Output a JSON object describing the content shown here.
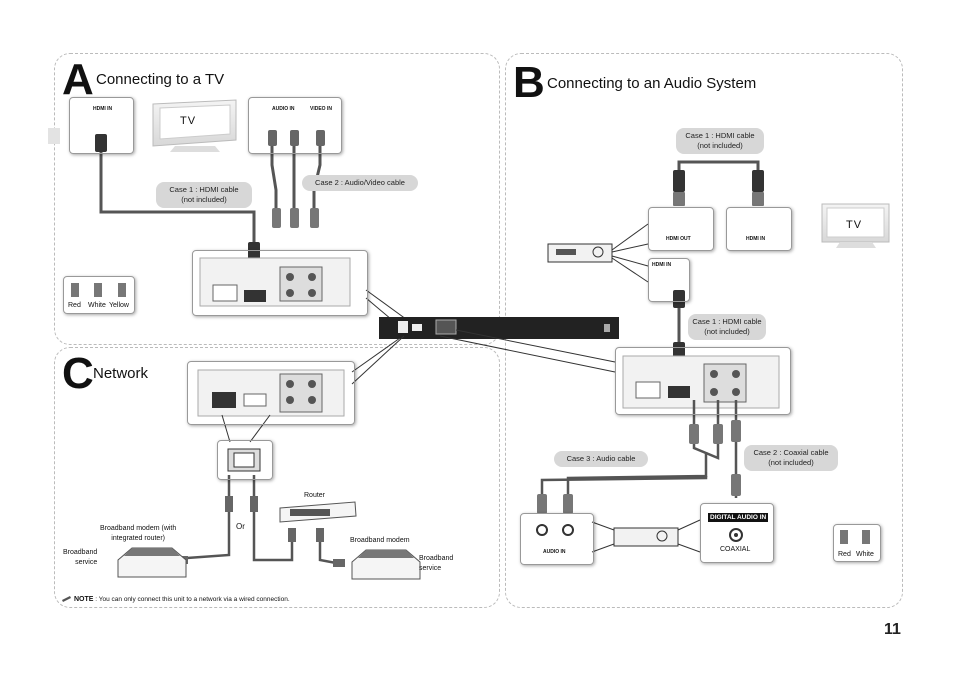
{
  "sections": {
    "a": {
      "letter": "A",
      "title": "Connecting to a TV"
    },
    "b": {
      "letter": "B",
      "title": "Connecting to an Audio System"
    },
    "c": {
      "letter": "C",
      "title": "Network"
    }
  },
  "a": {
    "hdmi_in": "HDMI IN",
    "tv": "TV",
    "audio_in": "AUDIO IN",
    "video_in": "VIDEO IN",
    "case1_line1": "Case 1 : HDMI cable",
    "case1_line2": "(not included)",
    "case2": "Case 2 : Audio/Video cable",
    "legend": {
      "red": "Red",
      "white": "White",
      "yellow": "Yellow"
    }
  },
  "b": {
    "case1_line1": "Case 1 : HDMI cable",
    "case1_line2": "(not included)",
    "hdmi_out": "HDMI OUT",
    "hdmi_in": "HDMI IN",
    "hdmi_in2": "HDMI IN",
    "tv": "TV",
    "case1b_line1": "Case 1 : HDMI cable",
    "case1b_line2": "(not included)",
    "case3": "Case 3 : Audio cable",
    "case2_line1": "Case 2 : Coaxial cable",
    "case2_line2": "(not included)",
    "audio_in": "AUDIO IN",
    "digital_audio_in": "DIGITAL AUDIO IN",
    "coaxial": "COAXIAL",
    "legend": {
      "red": "Red",
      "white": "White"
    }
  },
  "c": {
    "router": "Router",
    "or": "Or",
    "modem_integrated_line1": "Broadband modem (with",
    "modem_integrated_line2": "integrated router)",
    "broadband_service_left_1": "Broadband",
    "broadband_service_left_2": "service",
    "broadband_modem": "Broadband modem",
    "broadband_service_right_1": "Broadband",
    "broadband_service_right_2": "service",
    "note_label": "NOTE",
    "note_text": " : You can only connect this unit to a network via a wired connection."
  },
  "page_number": "11"
}
